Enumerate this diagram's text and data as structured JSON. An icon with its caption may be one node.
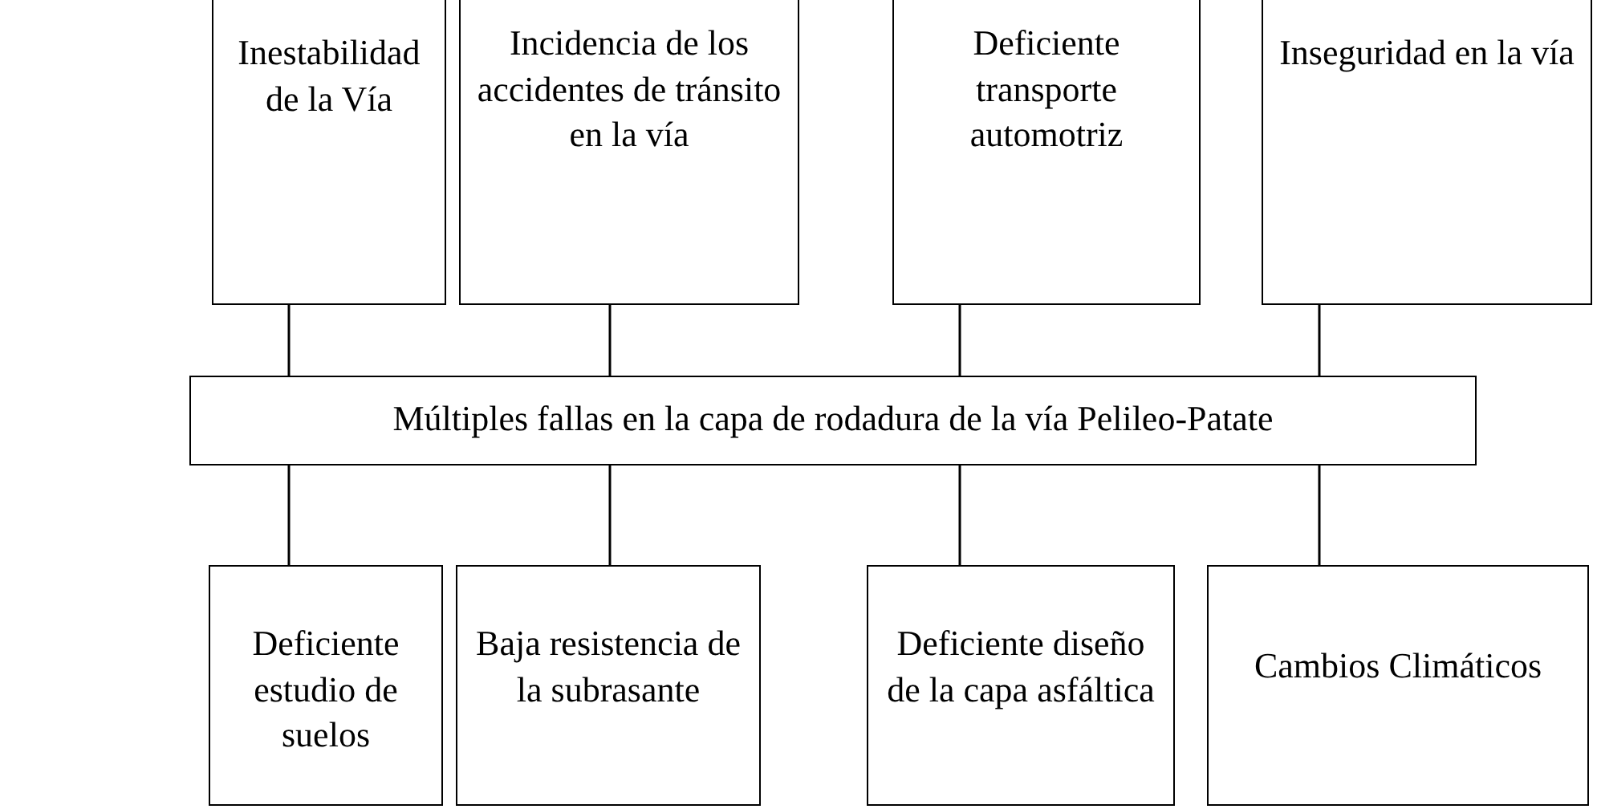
{
  "diagram": {
    "nodes": [
      {
        "text": [
          "Inestabilidad de la Vía"
        ]
      },
      {
        "text": [
          "Incidencia de los accidentes de tránsito en la vía"
        ]
      },
      {
        "text": [
          "Deficiente transporte automotriz"
        ]
      },
      {
        "text": [
          "Inseguridad en la vía"
        ]
      },
      {
        "text": [
          "Múltiples fallas en la capa de rodadura de la vía Pelileo-Patate"
        ]
      },
      {
        "text": [
          "Deficiente estudio de suelos"
        ]
      },
      {
        "text": [
          "Baja resistencia de la subrasante"
        ]
      },
      {
        "text": [
          "Deficiente diseño de la capa asfáltica"
        ]
      },
      {
        "text": [
          "Cambios Climáticos"
        ]
      }
    ],
    "edges": [
      {
        "from": 5,
        "to": 4,
        "arrow": "none"
      },
      {
        "from": 6,
        "to": 4,
        "arrow": "none"
      },
      {
        "from": 7,
        "to": 4,
        "arrow": "none"
      },
      {
        "from": 8,
        "to": 4,
        "arrow": "none"
      },
      {
        "from": 4,
        "to": 0,
        "arrow": "none"
      },
      {
        "from": 4,
        "to": 1,
        "arrow": "none"
      },
      {
        "from": 4,
        "to": 2,
        "arrow": "none"
      },
      {
        "from": 4,
        "to": 3,
        "arrow": "none"
      }
    ]
  }
}
